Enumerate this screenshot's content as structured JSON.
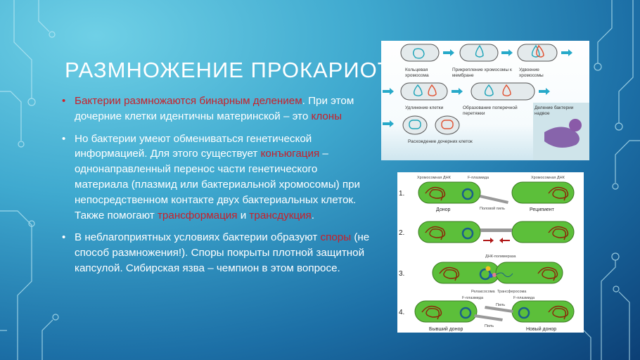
{
  "title": "РАЗМНОЖЕНИЕ ПРОКАРИОТ",
  "bullets": [
    {
      "parts": [
        {
          "text": "Бактерии размножаются бинарным делением",
          "red": true
        },
        {
          "text": ". При этом дочерние клетки идентичны материнской – это ",
          "red": false
        },
        {
          "text": "клоны",
          "red": true
        }
      ]
    },
    {
      "parts": [
        {
          "text": "Но бактерии умеют обмениваться генетической информацией. Для этого существует ",
          "red": false
        },
        {
          "text": "конъюгация",
          "red": true
        },
        {
          "text": " – однонаправленный перенос части генетического материала (плазмид или бактериальной хромосомы) при непосредственном контакте двух бактериальных клеток. Также помогают ",
          "red": false
        },
        {
          "text": "трансформация",
          "red": true
        },
        {
          "text": " и ",
          "red": false
        },
        {
          "text": "трансдукция",
          "red": true
        },
        {
          "text": ".",
          "red": false
        }
      ]
    },
    {
      "parts": [
        {
          "text": "В неблагоприятных условиях бактерии образуют ",
          "red": false
        },
        {
          "text": "споры",
          "red": true
        },
        {
          "text": " (не способ размножения!). Споры покрыты плотной защитной капсулой. Сибирская язва – чемпион в этом вопросе.",
          "red": false
        }
      ]
    }
  ],
  "division_figure": {
    "labels": [
      "Кольцевая хромосома",
      "Прикрепление хромосомы к мембране",
      "Удвоение хромосомы",
      "Удлинение клетки",
      "Образование поперечной перетяжки",
      "Расхождение дочерних клеток",
      "Деление бактерии надвое"
    ]
  },
  "conjugation_figure": {
    "steps": [
      "1.",
      "2.",
      "3.",
      "4."
    ],
    "labels": {
      "chrom_dna": "Хромосомная ДНК",
      "f_plasmid": "F-плазмида",
      "pilus_sex": "Половой пиль",
      "donor": "Донор",
      "recipient": "Реципиент",
      "dna_polymerase": "ДНК-полимераза",
      "relaxosome": "Релаксосома",
      "transferosome": "Трансферосома",
      "pilus": "Пиль",
      "former_donor": "Бывший донор",
      "new_donor": "Новый донор"
    }
  },
  "colors": {
    "accent_red": "#c8202a",
    "cell_green": "#5cbf3a",
    "chromosome_brown": "#8a2a0a",
    "plasmid_blue": "#1a5f8a"
  }
}
